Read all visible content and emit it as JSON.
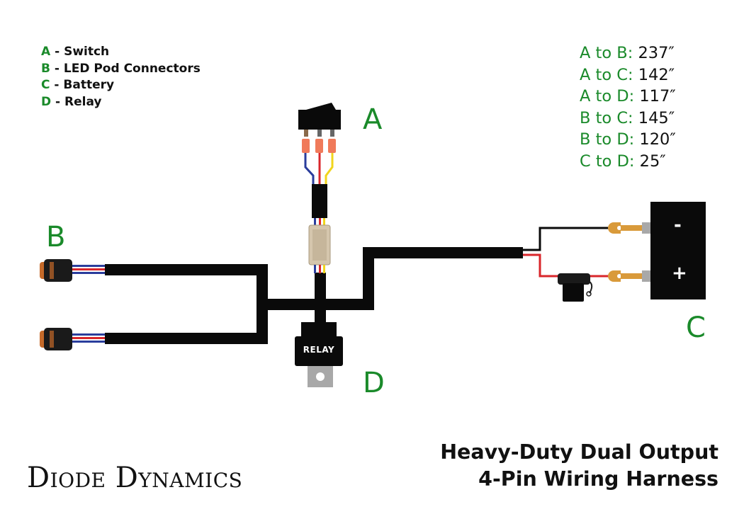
{
  "legend": [
    {
      "key": "A",
      "sep": " - ",
      "label": "Switch"
    },
    {
      "key": "B",
      "sep": " - ",
      "label": "LED Pod Connectors"
    },
    {
      "key": "C",
      "sep": " - ",
      "label": "Battery"
    },
    {
      "key": "D",
      "sep": " - ",
      "label": "Relay"
    }
  ],
  "lengths": [
    {
      "label": "A to B:",
      "value": " 237″"
    },
    {
      "label": "A to C:",
      "value": " 142″"
    },
    {
      "label": "A to D:",
      "value": " 117″"
    },
    {
      "label": "B to C:",
      "value": " 145″"
    },
    {
      "label": "B to D:",
      "value": " 120″"
    },
    {
      "label": "C to D:",
      "value": " 25″"
    }
  ],
  "components": {
    "switch_letter": "A",
    "pods_letter": "B",
    "battery_letter": "C",
    "relay_letter": "D",
    "relay_label": "RELAY",
    "battery_minus": "-",
    "battery_plus": "+"
  },
  "brand": "Diode Dynamics",
  "title": {
    "line1": "Heavy-Duty Dual Output",
    "line2": "4-Pin Wiring Harness"
  },
  "colors": {
    "green": "#1a8a2a",
    "harness": "#0a0a0a",
    "wire_red": "#d9262b",
    "wire_blue": "#2a3d9c",
    "wire_yellow": "#f1d51c"
  }
}
